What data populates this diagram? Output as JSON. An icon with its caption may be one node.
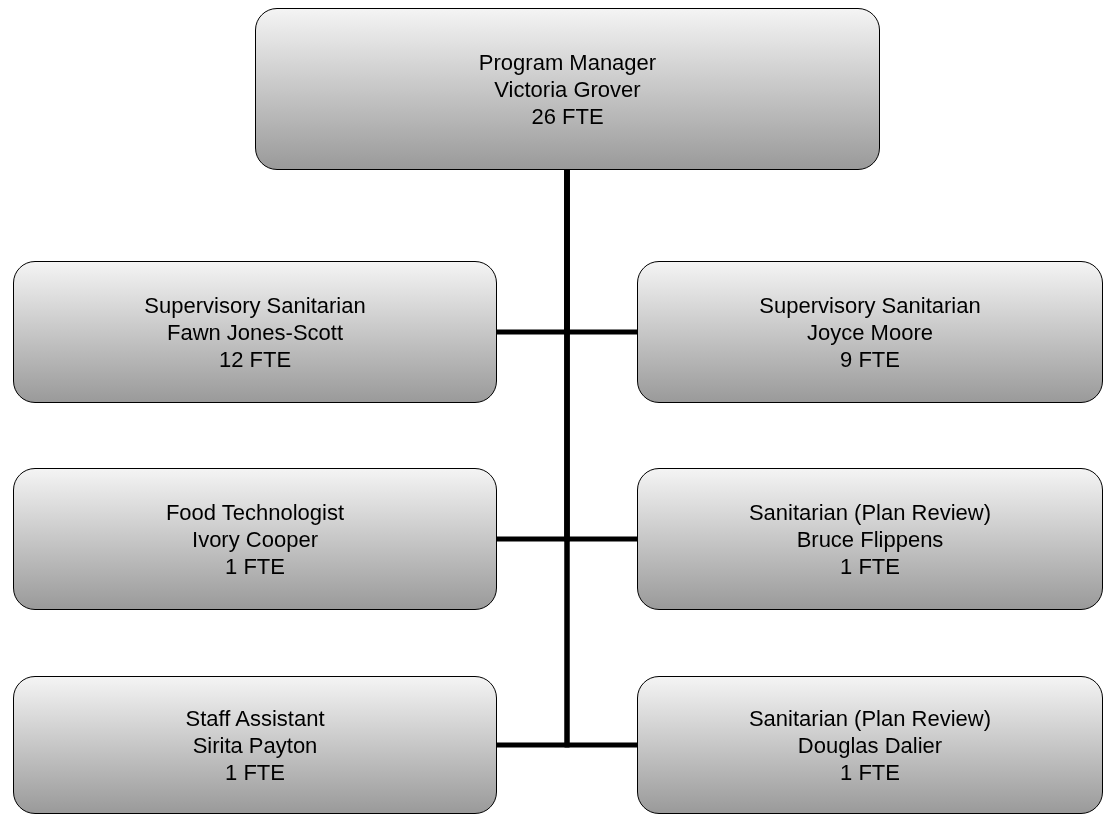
{
  "diagram": {
    "nodes": [
      {
        "text": [
          "Program Manager",
          "Victoria Grover",
          "26 FTE"
        ]
      },
      {
        "text": [
          "Supervisory Sanitarian",
          "Fawn Jones-Scott",
          "12 FTE"
        ]
      },
      {
        "text": [
          "Supervisory Sanitarian",
          "Joyce Moore",
          "9 FTE"
        ]
      },
      {
        "text": [
          "Food Technologist",
          "Ivory Cooper",
          "1 FTE"
        ]
      },
      {
        "text": [
          "Sanitarian (Plan Review)",
          "Bruce Flippens",
          "1 FTE"
        ]
      },
      {
        "text": [
          "Staff Assistant",
          "Sirita Payton",
          "1 FTE"
        ]
      },
      {
        "text": [
          "Sanitarian (Plan Review)",
          "Douglas Dalier",
          "1 FTE"
        ]
      }
    ],
    "edges": [
      {
        "from": 0,
        "to": 1,
        "arrow": "none"
      },
      {
        "from": 0,
        "to": 2,
        "arrow": "none"
      },
      {
        "from": 0,
        "to": 3,
        "arrow": "none"
      },
      {
        "from": 0,
        "to": 4,
        "arrow": "none"
      },
      {
        "from": 0,
        "to": 5,
        "arrow": "none"
      },
      {
        "from": 0,
        "to": 6,
        "arrow": "none"
      }
    ]
  }
}
